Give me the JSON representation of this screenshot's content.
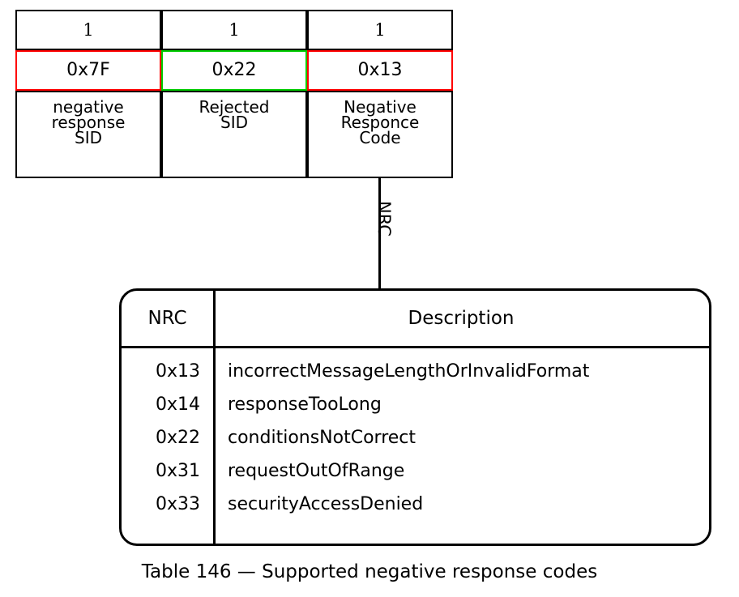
{
  "message_diagram": {
    "columns": [
      {
        "length": "1",
        "value": "0x7F",
        "highlight": "red",
        "description_lines": [
          "negative",
          "response",
          "SID"
        ]
      },
      {
        "length": "1",
        "value": "0x22",
        "highlight": "green",
        "description_lines": [
          "Rejected",
          "SID"
        ]
      },
      {
        "length": "1",
        "value": "0x13",
        "highlight": "red",
        "description_lines": [
          "Negative",
          "Responce",
          "Code"
        ]
      }
    ]
  },
  "connector": {
    "label": "NRC"
  },
  "nrc_table": {
    "headers": {
      "code": "NRC",
      "description": "Description"
    },
    "rows": [
      {
        "code": "0x13",
        "description": "incorrectMessageLengthOrInvalidFormat"
      },
      {
        "code": "0x14",
        "description": "responseTooLong"
      },
      {
        "code": "0x22",
        "description": "conditionsNotCorrect"
      },
      {
        "code": "0x31",
        "description": "requestOutOfRange"
      },
      {
        "code": "0x33",
        "description": "securityAccessDenied"
      }
    ]
  },
  "caption": "Table 146 — Supported negative response codes",
  "colors": {
    "outline": "#000000",
    "highlight_red": "#ff0000",
    "highlight_green": "#00cc00",
    "background": "#ffffff"
  }
}
